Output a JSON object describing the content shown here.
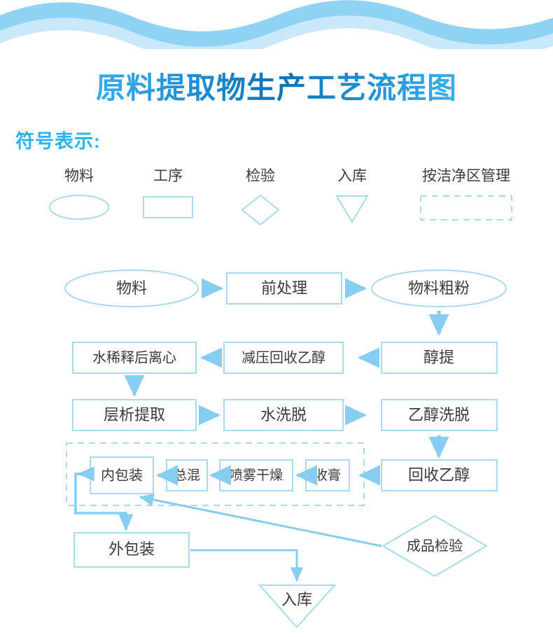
{
  "page": {
    "title": "原料提取物生产工艺流程图",
    "background_color": "#ffffff",
    "accent_color": "#2ab4f0",
    "shape_stroke_color": "#a9daf4",
    "arrow_color": "#87cdf2"
  },
  "header": {
    "wave_top_color": "#8ed2f4",
    "wave_bottom_color": "#c9e9fb"
  },
  "legend": {
    "heading": "符号表示:",
    "items": [
      {
        "label": "物料",
        "shape": "ellipse-icon",
        "meaning": "物料"
      },
      {
        "label": "工序",
        "shape": "rectangle-icon",
        "meaning": "工序"
      },
      {
        "label": "检验",
        "shape": "diamond-icon",
        "meaning": "检验"
      },
      {
        "label": "入库",
        "shape": "triangle-down-icon",
        "meaning": "入库"
      },
      {
        "label": "按洁净区管理",
        "shape": "dashed-rectangle-icon",
        "meaning": "按洁净区管理"
      }
    ]
  },
  "chart_data": {
    "type": "diagram",
    "title": "原料提取物生产工艺流程图",
    "nodes": [
      {
        "id": "n1",
        "label": "物料",
        "shape": "ellipse"
      },
      {
        "id": "n2",
        "label": "前处理",
        "shape": "rectangle"
      },
      {
        "id": "n3",
        "label": "物料粗粉",
        "shape": "ellipse"
      },
      {
        "id": "n4",
        "label": "醇提",
        "shape": "rectangle"
      },
      {
        "id": "n5",
        "label": "减压回收乙醇",
        "shape": "rectangle"
      },
      {
        "id": "n6",
        "label": "水稀释后离心",
        "shape": "rectangle"
      },
      {
        "id": "n7",
        "label": "层析提取",
        "shape": "rectangle"
      },
      {
        "id": "n8",
        "label": "水洗脱",
        "shape": "rectangle"
      },
      {
        "id": "n9",
        "label": "乙醇洗脱",
        "shape": "rectangle"
      },
      {
        "id": "n10",
        "label": "回收乙醇",
        "shape": "rectangle"
      },
      {
        "id": "n11",
        "label": "收膏",
        "shape": "rectangle"
      },
      {
        "id": "n12",
        "label": "喷雾干燥",
        "shape": "rectangle"
      },
      {
        "id": "n13",
        "label": "总混",
        "shape": "rectangle"
      },
      {
        "id": "n14",
        "label": "内包装",
        "shape": "rectangle"
      },
      {
        "id": "n15",
        "label": "外包装",
        "shape": "rectangle"
      },
      {
        "id": "n16",
        "label": "成品检验",
        "shape": "diamond"
      },
      {
        "id": "n17",
        "label": "入库",
        "shape": "triangle-down"
      }
    ],
    "clean_area_group": {
      "label": "按洁净区管理",
      "members": [
        "收膏",
        "喷雾干燥",
        "总混",
        "内包装"
      ]
    },
    "edges": [
      {
        "from": "物料",
        "to": "前处理"
      },
      {
        "from": "前处理",
        "to": "物料粗粉"
      },
      {
        "from": "物料粗粉",
        "to": "醇提"
      },
      {
        "from": "醇提",
        "to": "减压回收乙醇"
      },
      {
        "from": "减压回收乙醇",
        "to": "水稀释后离心"
      },
      {
        "from": "水稀释后离心",
        "to": "层析提取"
      },
      {
        "from": "层析提取",
        "to": "水洗脱"
      },
      {
        "from": "水洗脱",
        "to": "乙醇洗脱"
      },
      {
        "from": "乙醇洗脱",
        "to": "回收乙醇"
      },
      {
        "from": "回收乙醇",
        "to": "收膏"
      },
      {
        "from": "收膏",
        "to": "喷雾干燥"
      },
      {
        "from": "喷雾干燥",
        "to": "总混"
      },
      {
        "from": "总混",
        "to": "内包装"
      },
      {
        "from": "内包装",
        "to": "外包装"
      },
      {
        "from": "外包装",
        "to": "入库"
      },
      {
        "from": "成品检验",
        "to": "内包装"
      }
    ]
  }
}
